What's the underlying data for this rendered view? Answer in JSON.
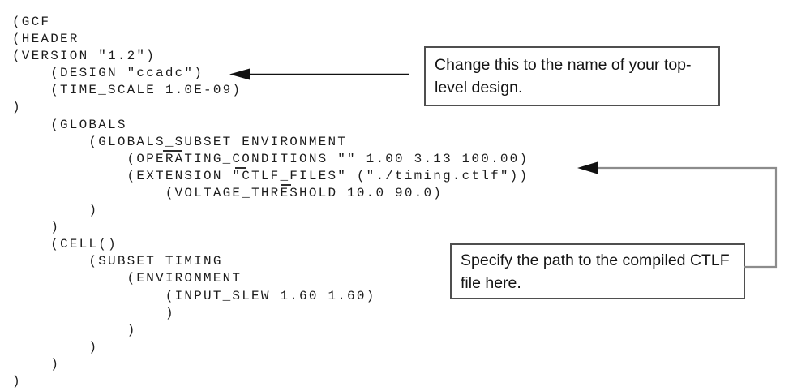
{
  "figure": {
    "description": "GCF file sample with annotation callouts",
    "background": "#ffffff"
  },
  "code": {
    "lines": [
      "(GCF",
      "(HEADER",
      "(VERSION \"1.2\")",
      "    (DESIGN \"ccadc\")",
      "    (TIME_SCALE 1.0E-09)",
      ")",
      "    (GLOBALS",
      "        (GLOBALS_SUBSET ENVIRONMENT",
      "            (OPERATING_CONDITIONS \"\" 1.00 3.13 100.00)",
      "            (EXTENSION \"CTLF_FILES\" (\"./timing.ctlf\"))",
      "                (VOLTAGE_THRESHOLD 10.0 90.0)",
      "        )",
      "    )",
      "    (CELL()",
      "        (SUBSET TIMING",
      "            (ENVIRONMENT",
      "                (INPUT_SLEW 1.60 1.60)",
      "                )",
      "            )",
      "        )",
      "    )",
      ")"
    ]
  },
  "callouts": {
    "design_note": {
      "text": "Change this to the name of your top-\nlevel design."
    },
    "ctlf_note": {
      "text": "Specify the path to the compiled CTLF\nfile here."
    }
  },
  "colors": {
    "code_text": "#1c1c1c",
    "callout_border": "#4f4f4f",
    "arrow_black": "#111111",
    "connector_gray": "#8c8c8c"
  }
}
